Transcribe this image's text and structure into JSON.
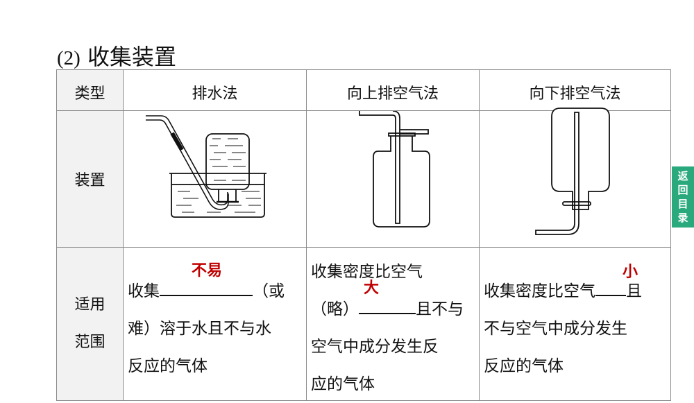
{
  "section": {
    "number": "(2)",
    "title": "收集装置"
  },
  "table": {
    "row_headers": {
      "type": "类型",
      "apparatus": "装置",
      "scope_line1": "适用",
      "scope_line2": "范围"
    },
    "columns": [
      {
        "method": "排水法",
        "apparatus_icon": "water-displacement-apparatus",
        "scope": {
          "before": "收集",
          "after_blank": "（或",
          "line2": "难）溶于水且不与水",
          "line3": "反应的气体"
        },
        "answer": "不易"
      },
      {
        "method": "向上排空气法",
        "apparatus_icon": "upward-air-displacement-bottle",
        "scope": {
          "line1": "收集密度比空气",
          "line2_before": "（略）",
          "line2_after": "且不与",
          "line3": "空气中成分发生反",
          "line4": "应的气体"
        },
        "answer": "大"
      },
      {
        "method": "向下排空气法",
        "apparatus_icon": "downward-air-displacement-bottle",
        "scope": {
          "line1_before": "收集密度比空气",
          "line1_after": "且",
          "line2": "不与空气中成分发生",
          "line3": "反应的气体"
        },
        "answer": "小"
      }
    ]
  },
  "side_tab": {
    "chars": [
      "返",
      "回",
      "目",
      "录"
    ]
  },
  "colors": {
    "answer": "#c00000",
    "side_tab": "#2aa97d",
    "header_bg": "#f2f2f2",
    "border": "#8a8a8a"
  }
}
